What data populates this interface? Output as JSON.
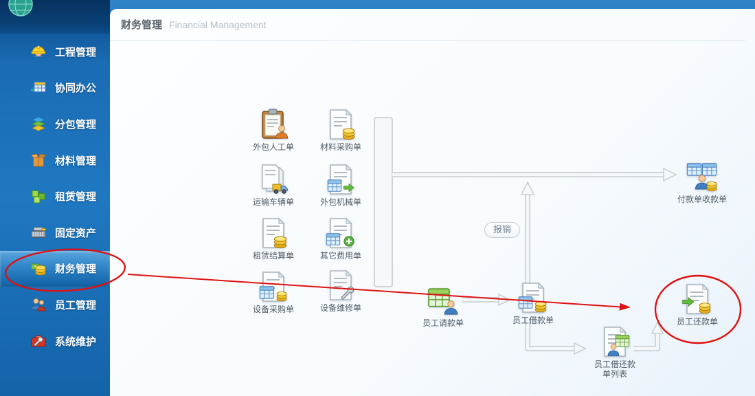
{
  "header": {
    "title": "财务管理",
    "subtitle": "Financial Management"
  },
  "sidebar": {
    "items": [
      {
        "label": "工程管理",
        "icon": "hardhat-icon",
        "selected": false
      },
      {
        "label": "协同办公",
        "icon": "office-table-icon",
        "selected": false
      },
      {
        "label": "分包管理",
        "icon": "layers-icon",
        "selected": false
      },
      {
        "label": "材料管理",
        "icon": "material-box-icon",
        "selected": false
      },
      {
        "label": "租赁管理",
        "icon": "lease-blocks-icon",
        "selected": false
      },
      {
        "label": "固定资产",
        "icon": "fixed-assets-icon",
        "selected": false
      },
      {
        "label": "财务管理",
        "icon": "finance-coins-icon",
        "selected": true
      },
      {
        "label": "员工管理",
        "icon": "employees-icon",
        "selected": false
      },
      {
        "label": "系统维护",
        "icon": "maintenance-icon",
        "selected": false
      }
    ]
  },
  "flow": {
    "nodes": [
      {
        "id": "waibao-rengong",
        "label": "外包人工单"
      },
      {
        "id": "cailiao-caigou",
        "label": "材料采购单"
      },
      {
        "id": "yunshu-cheliang",
        "label": "运输车辆单"
      },
      {
        "id": "waibao-jixie",
        "label": "外包机械单"
      },
      {
        "id": "zulin-jiesuan",
        "label": "租赁结算单"
      },
      {
        "id": "qita-feiyong",
        "label": "其它费用单"
      },
      {
        "id": "shebei-caigou",
        "label": "设备采购单"
      },
      {
        "id": "shebei-weixiu",
        "label": "设备维修单"
      },
      {
        "id": "yuangong-qingkuan",
        "label": "员工请款单"
      },
      {
        "id": "yuangong-jiekuan",
        "label": "员工借款单"
      },
      {
        "id": "fukuan-shoukuan",
        "label": "付款单收款单"
      },
      {
        "id": "yuangong-huankuan",
        "label": "员工还款单"
      },
      {
        "id": "jiehuankuan-liebiao",
        "label": "员工借还款单列表"
      }
    ],
    "reimburse_badge": "报销"
  },
  "annotations": {
    "color": "#e01010"
  }
}
